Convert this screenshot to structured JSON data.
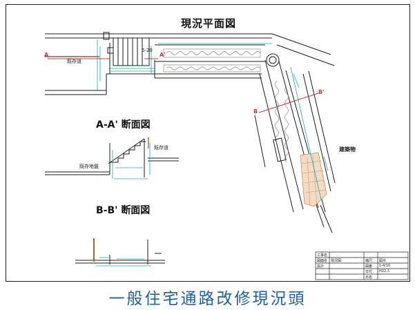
{
  "plan_title": "現況平面図",
  "section_aa_title": "A-A' 断面図",
  "section_bb_title": "B-B' 断面図",
  "building_label": "建築物",
  "caption": "一般住宅通路改修現況頭",
  "labels": {
    "cut_a": "A",
    "cut_a_prime": "A'",
    "cut_b": "B",
    "cut_b_prime": "B'",
    "plan_left_note": "既存道",
    "dim_top": "6-20",
    "section_note_left": "既存地盤",
    "section_note_right": "既存道"
  },
  "title_block": {
    "r1": [
      "工事名",
      "",
      "",
      ""
    ],
    "r2": [
      "図面名",
      "現況図",
      "縮尺",
      "図示"
    ],
    "r3": [
      "設計",
      "",
      "図番",
      "1-4/10"
    ],
    "r4": [
      "",
      "",
      "日付",
      "H22.3"
    ],
    "r5": [
      "",
      "",
      "氏名",
      ""
    ]
  },
  "colors": {
    "line": "#1a1a1a",
    "dimension": "#17a6b8",
    "cut_line": "#c0392b",
    "paving": "#c98b55",
    "caption": "#1f5fa6"
  }
}
